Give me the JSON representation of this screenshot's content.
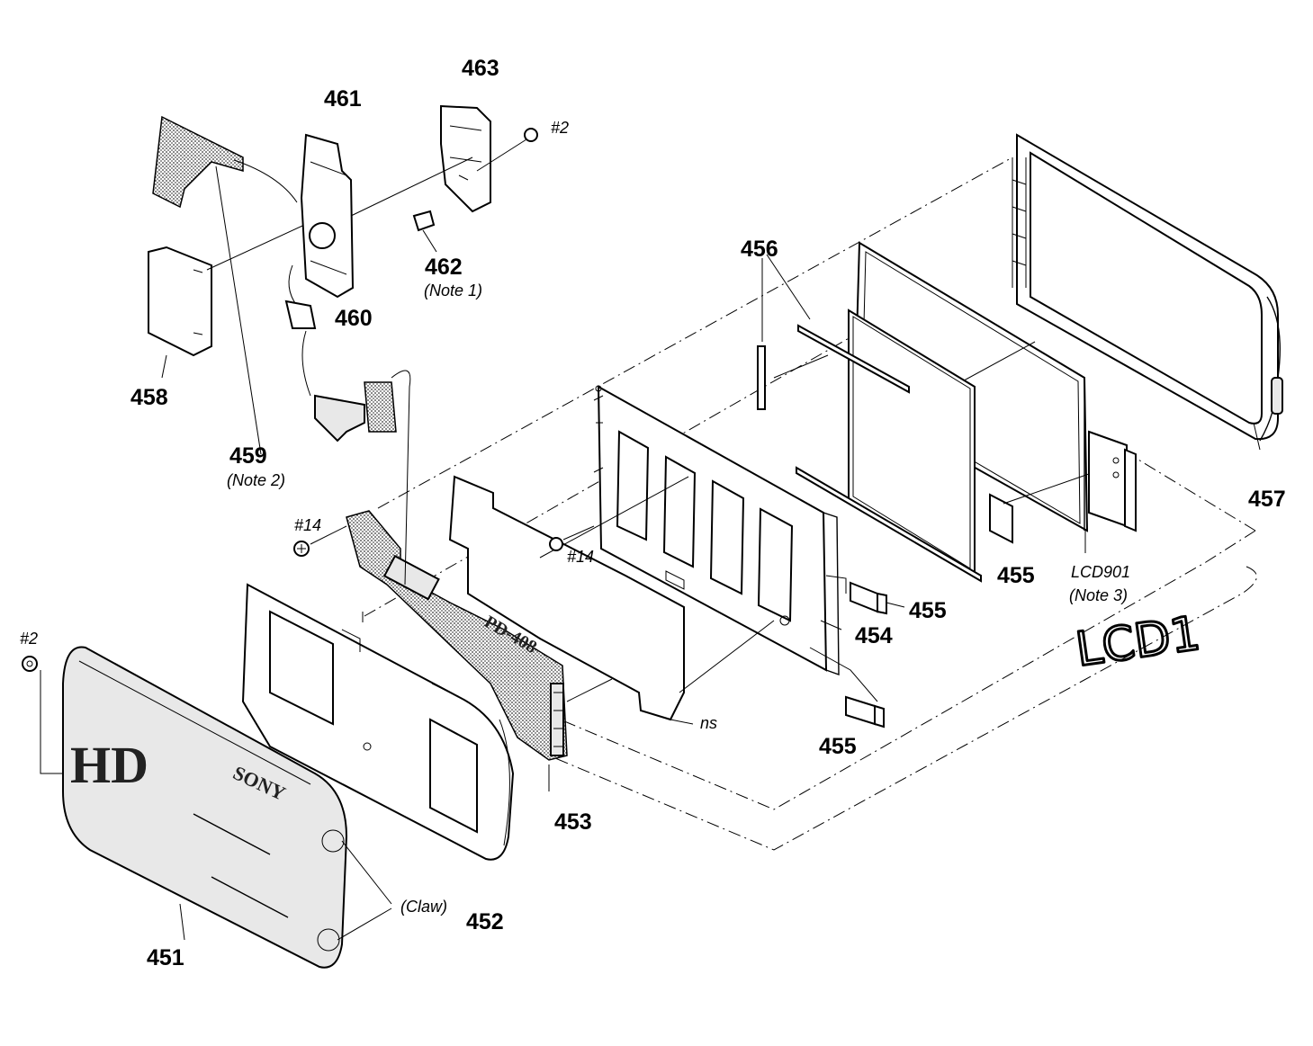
{
  "labels": {
    "p451": "451",
    "p452": "452",
    "p453": "453",
    "p454": "454",
    "p455a": "455",
    "p455b": "455",
    "p455c": "455",
    "p456": "456",
    "p457": "457",
    "p458": "458",
    "p459": "459",
    "p460": "460",
    "p461": "461",
    "p462": "462",
    "p463": "463",
    "lcd901": "LCD901"
  },
  "notes": {
    "note1": "(Note 1)",
    "note2": "(Note 2)",
    "note3": "(Note 3)",
    "claw": "(Claw)",
    "ns": "ns"
  },
  "screws": {
    "s2_top": "#2",
    "s2_left": "#2",
    "s14_left": "#14",
    "s14_center": "#14"
  },
  "markings": {
    "hd_logo": "HD",
    "brand": "SONY",
    "board_code": "PD-408"
  },
  "handwritten": "LCD1"
}
